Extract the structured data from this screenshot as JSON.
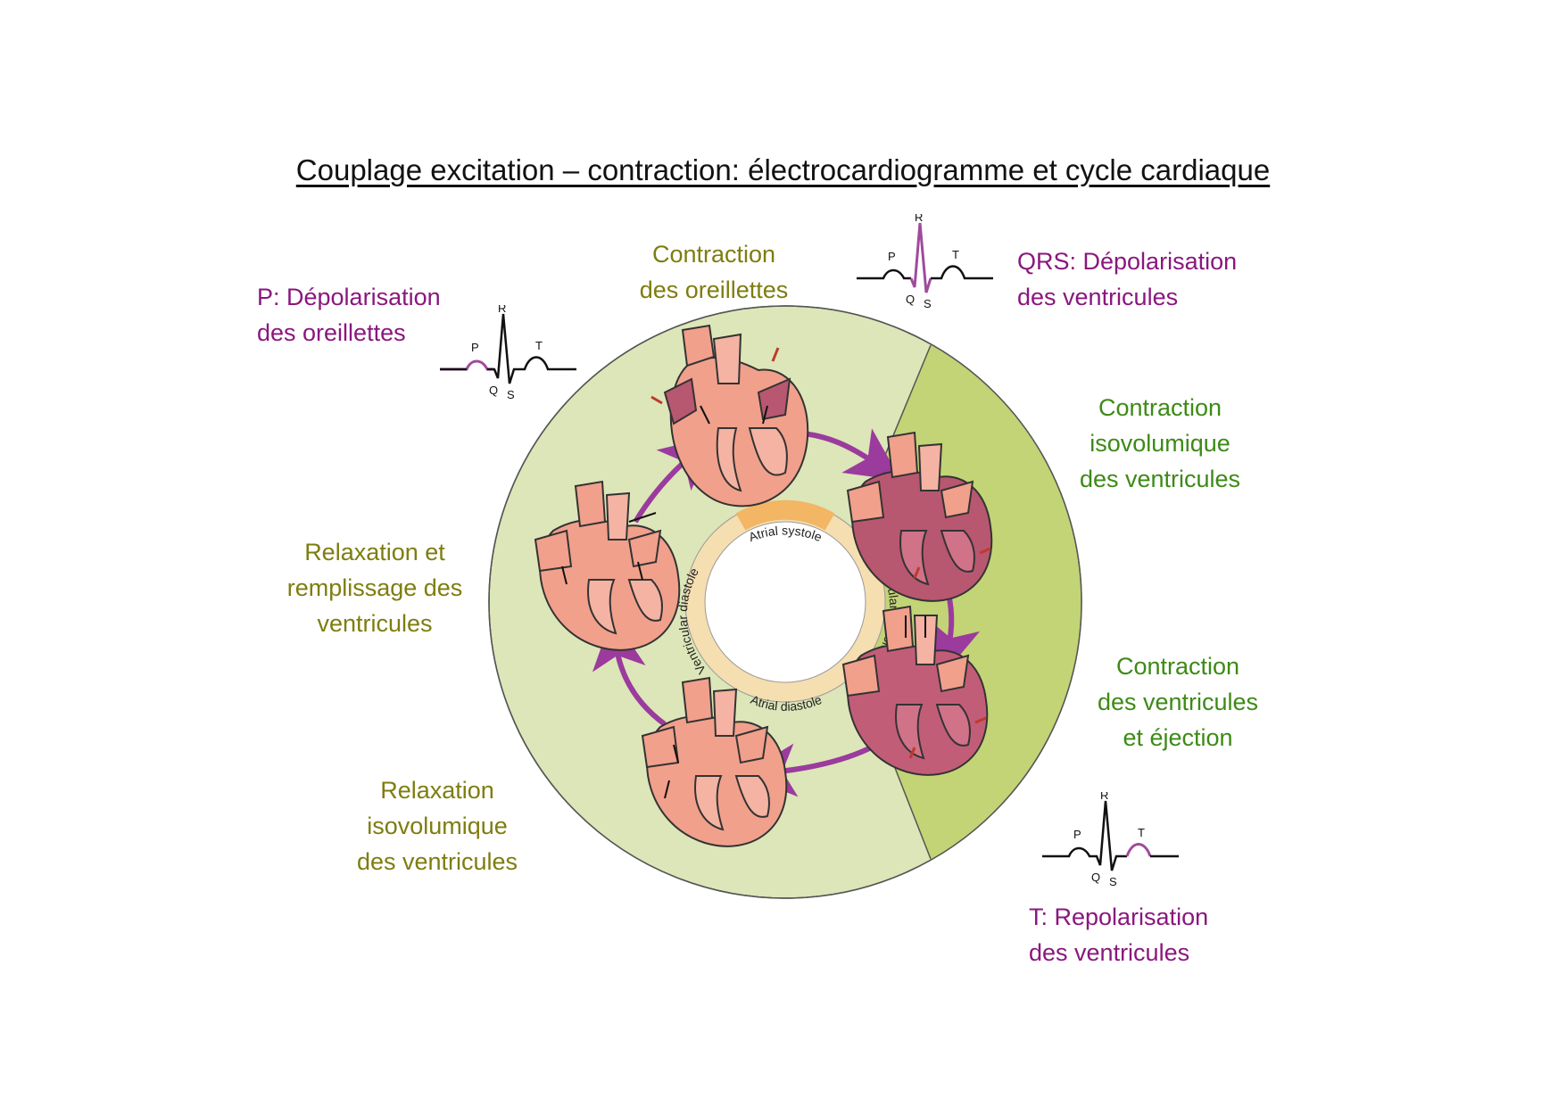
{
  "title": "Couplage excitation – contraction: électrocardiogramme et cycle cardiaque",
  "stages": {
    "atrial_contraction": [
      "Contraction",
      "des oreillettes"
    ],
    "isovolumic_contraction": [
      "Contraction",
      "isovolumique",
      "des ventricules"
    ],
    "ejection": [
      "Contraction",
      "des ventricules",
      "et éjection"
    ],
    "isovolumic_relaxation": [
      "Relaxation",
      "isovolumique",
      "des ventricules"
    ],
    "filling": [
      "Relaxation et",
      "remplissage des",
      "ventricules"
    ]
  },
  "ecg_labels": {
    "p": [
      "P: Dépolarisation",
      "des oreillettes"
    ],
    "qrs": [
      "QRS: Dépolarisation",
      "des ventricules"
    ],
    "t": [
      "T: Repolarisation",
      "des ventricules"
    ]
  },
  "ecg_wave_letters": {
    "p": "P",
    "q": "Q",
    "r": "R",
    "s": "S",
    "t": "T"
  },
  "ring_labels": {
    "atrial_systole": "Atrial systole",
    "atrial_diastole": "Atrial diastole",
    "ventricular_diastole": "Ventricular diastole",
    "ventricular_systole": "Ventricular systole"
  },
  "colors": {
    "light_green": "#dce6b8",
    "dark_green": "#c2d476",
    "arrow_purple": "#9b3b9e",
    "highlight_purple": "#a04a9c",
    "olive_text": "#7e7d10",
    "green_text": "#3d8a16",
    "purple_text": "#8a177e",
    "heart_pink": "#f1a08c",
    "heart_dark": "#b85770"
  }
}
